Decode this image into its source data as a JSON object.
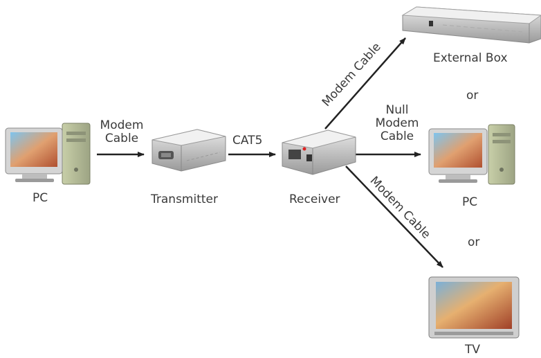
{
  "nodes": {
    "pc_left": "PC",
    "transmitter": "Transmitter",
    "receiver": "Receiver",
    "external_box": "External Box",
    "pc_right": "PC",
    "tv": "TV"
  },
  "connections": {
    "pc_to_transmitter": [
      "Modem",
      "Cable"
    ],
    "transmitter_to_receiver": "CAT5",
    "receiver_to_external_box": "Modem Cable",
    "receiver_to_pc": [
      "Null",
      "Modem",
      "Cable"
    ],
    "receiver_to_tv": "Modem Cable"
  },
  "alternatives": {
    "or_1": "or",
    "or_2": "or"
  }
}
